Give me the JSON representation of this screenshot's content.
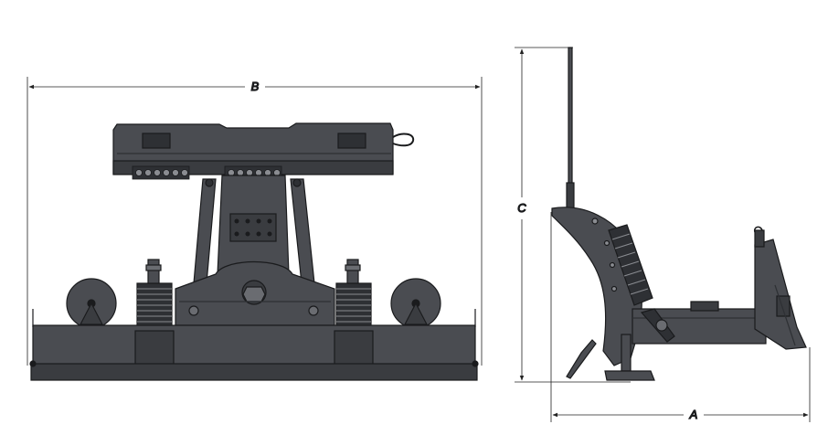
{
  "dimensions": {
    "a_label": "A",
    "b_label": "B",
    "c_label": "C"
  },
  "colors": {
    "steel": "#4a4c51",
    "steel_dark": "#2e3034",
    "steel_light": "#6a6c71",
    "outline": "#1a1b1d",
    "dimension_line": "#222222"
  }
}
